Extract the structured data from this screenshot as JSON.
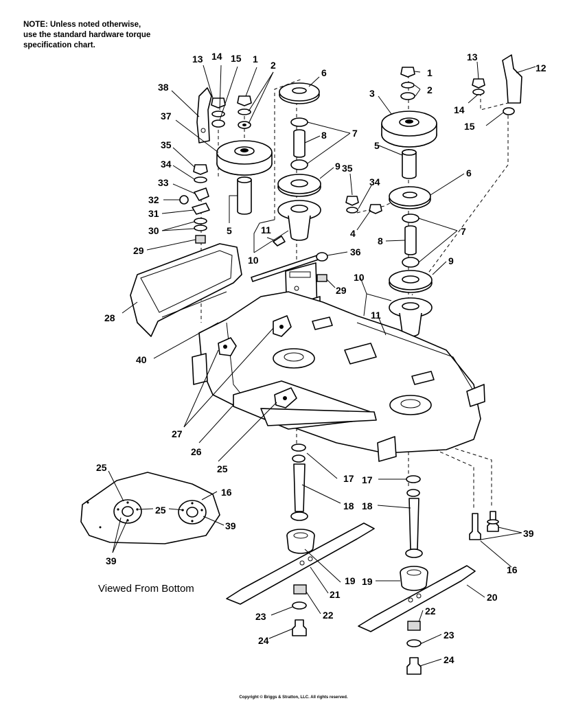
{
  "note": {
    "line1": "NOTE: Unless noted otherwise,",
    "line2": "use the standard hardware torque",
    "line3": "specification chart."
  },
  "bottom_view_caption": "Viewed From Bottom",
  "copyright": "Copyright © Briggs & Stratton, LLC. All rights reserved.",
  "callouts": {
    "c1a": "1",
    "c1b": "1",
    "c2a": "2",
    "c2b": "2",
    "c3": "3",
    "c4": "4",
    "c5a": "5",
    "c5b": "5",
    "c6a": "6",
    "c6b": "6",
    "c7a": "7",
    "c7b": "7",
    "c8a": "8",
    "c8b": "8",
    "c9a": "9",
    "c9b": "9",
    "c10a": "10",
    "c10b": "10",
    "c11a": "11",
    "c11b": "11",
    "c12": "12",
    "c13a": "13",
    "c13b": "13",
    "c14a": "14",
    "c14b": "14",
    "c15a": "15",
    "c15b": "15",
    "c16a": "16",
    "c16b": "16",
    "c17a": "17",
    "c17b": "17",
    "c18a": "18",
    "c18b": "18",
    "c19a": "19",
    "c19b": "19",
    "c20": "20",
    "c21": "21",
    "c22a": "22",
    "c22b": "22",
    "c23a": "23",
    "c23b": "23",
    "c24a": "24",
    "c24b": "24",
    "c25a": "25",
    "c25b": "25",
    "c25c": "25",
    "c26": "26",
    "c27": "27",
    "c28": "28",
    "c29a": "29",
    "c29b": "29",
    "c30": "30",
    "c31": "31",
    "c32": "32",
    "c33": "33",
    "c34a": "34",
    "c34b": "34",
    "c35a": "35",
    "c35b": "35",
    "c36": "36",
    "c37": "37",
    "c38": "38",
    "c39a": "39",
    "c39b": "39",
    "c39c": "39",
    "c40": "40"
  }
}
